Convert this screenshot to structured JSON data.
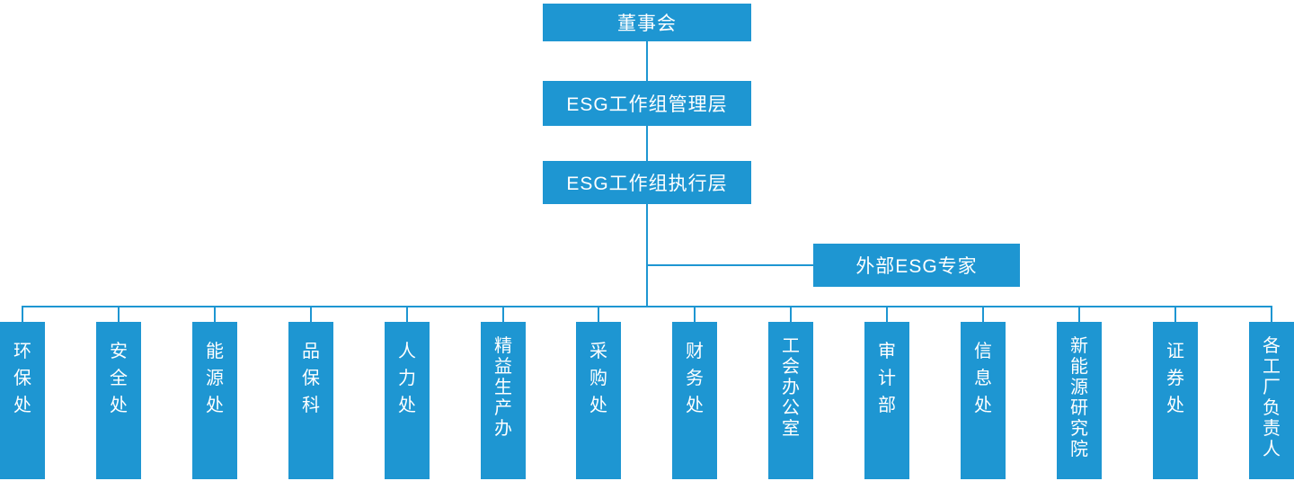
{
  "org": {
    "board": "董事会",
    "management": "ESG工作组管理层",
    "execution": "ESG工作组执行层",
    "expert": "外部ESG专家",
    "departments": [
      {
        "label": "环保处"
      },
      {
        "label": "安全处"
      },
      {
        "label": "能源处"
      },
      {
        "label": "品保科"
      },
      {
        "label": "人力处"
      },
      {
        "label": "精益生产办"
      },
      {
        "label": "采购处"
      },
      {
        "label": "财务处"
      },
      {
        "label": "工会办公室"
      },
      {
        "label": "审计部"
      },
      {
        "label": "信息处"
      },
      {
        "label": "新能源研究院"
      },
      {
        "label": "证券处"
      },
      {
        "label": "各工厂负责人"
      }
    ]
  },
  "colors": {
    "box_fill": "#1E96D2",
    "connector": "#1E96D2",
    "text": "#FFFFFF",
    "background": "#FFFFFF"
  }
}
